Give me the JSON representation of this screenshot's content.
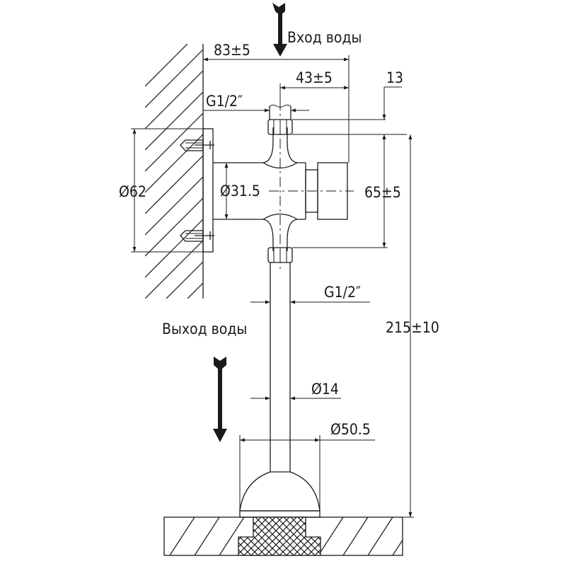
{
  "diagram": {
    "labels": {
      "water_in": "Вход воды",
      "water_out": "Выход воды"
    },
    "dimensions": {
      "wall_to_front": "83±5",
      "axis_to_front": "43±5",
      "nut_height": "13",
      "thread_top": "G1/2″",
      "flange_diameter": "Ø62",
      "body_diameter": "Ø31.5",
      "inlet_outlet_spacing": "65±5",
      "thread_bottom": "G1/2″",
      "total_height": "215±10",
      "pipe_diameter": "Ø14",
      "cone_diameter": "Ø50.5"
    },
    "colors": {
      "line": "#1a1a1a",
      "background": "#ffffff"
    }
  }
}
